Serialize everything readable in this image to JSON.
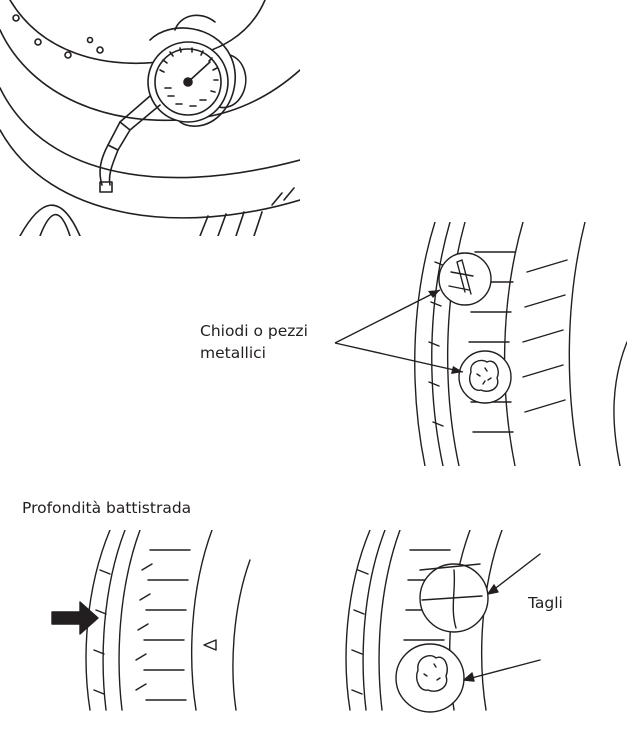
{
  "labels": {
    "nails": [
      "Chiodi o pezzi",
      "metallici"
    ],
    "tread_depth": "Profondità battistrada",
    "cuts": "Tagli"
  },
  "colors": {
    "line": "#231f20",
    "background": "#ffffff"
  },
  "icons": [
    "pressure-gauge-icon",
    "arrow-right-icon",
    "tread-wear-indicator-icon"
  ]
}
